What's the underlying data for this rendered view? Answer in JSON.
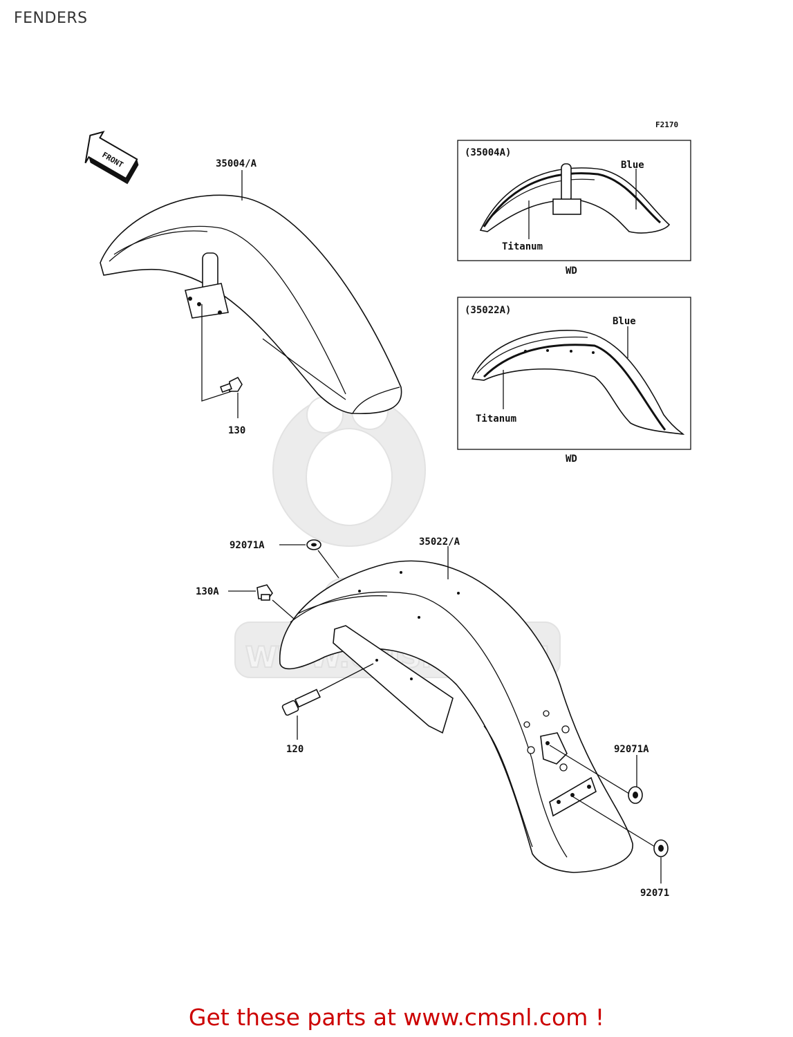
{
  "page": {
    "title": "FENDERS",
    "footer_link": "Get these parts at www.cmsnl.com !"
  },
  "diagram": {
    "figure_code": "F2170",
    "front_marker": "FRONT",
    "callouts": {
      "front_fender": "35004/A",
      "rear_fender": "35022/A",
      "bolt_front": "130",
      "bolt_rear_top": "130A",
      "bolt_rear": "120",
      "washer_top": "92071A",
      "washer_mid": "92071A",
      "washer_bottom": "92071"
    },
    "inset_front": {
      "part_code": "(35004A)",
      "stripe_blue": "Blue",
      "stripe_titanum": "Titanum",
      "variant": "WD"
    },
    "inset_rear": {
      "part_code": "(35022A)",
      "stripe_blue": "Blue",
      "stripe_titanum": "Titanum",
      "variant": "WD"
    },
    "watermark": {
      "brand": "CMS",
      "url": "WWW.CMSNL.COM"
    }
  },
  "colors": {
    "footer": "#cc0000",
    "line": "#111111"
  }
}
